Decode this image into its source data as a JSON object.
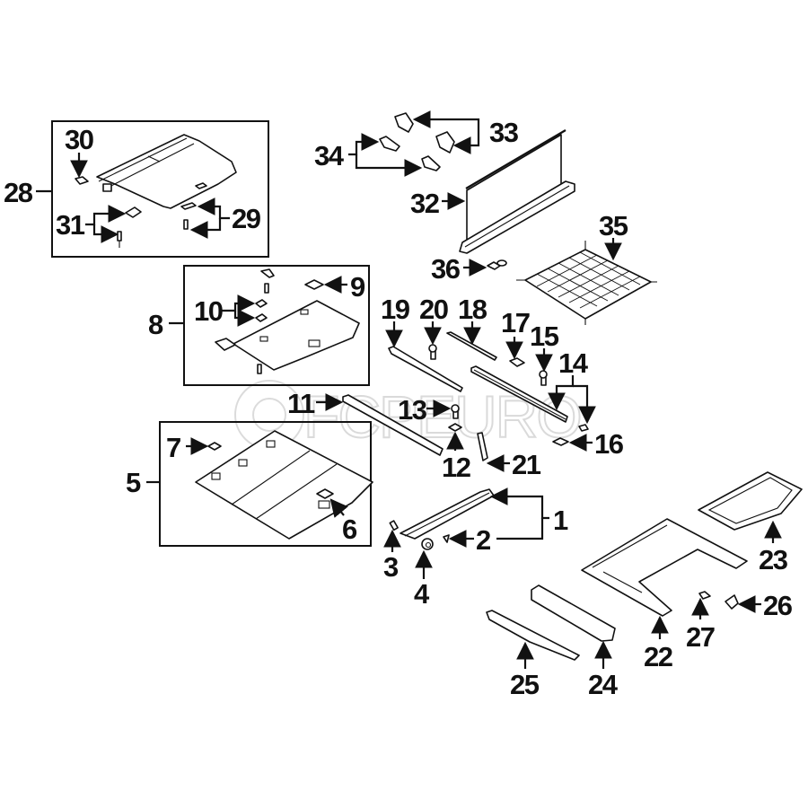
{
  "diagram": {
    "title": "Rear cargo area trim parts diagram",
    "watermark": "FCPEURO",
    "callouts": [
      {
        "id": "1",
        "part": "scuff plate / sill trim"
      },
      {
        "id": "2",
        "part": "clip"
      },
      {
        "id": "3",
        "part": "bolt"
      },
      {
        "id": "4",
        "part": "nut"
      },
      {
        "id": "5",
        "part": "cargo floor panel assembly"
      },
      {
        "id": "6",
        "part": "cover"
      },
      {
        "id": "7",
        "part": "clip"
      },
      {
        "id": "8",
        "part": "floor board assembly"
      },
      {
        "id": "9",
        "part": "cover"
      },
      {
        "id": "10",
        "part": "clip"
      },
      {
        "id": "11",
        "part": "rail"
      },
      {
        "id": "12",
        "part": "nut"
      },
      {
        "id": "13",
        "part": "bolt"
      },
      {
        "id": "14",
        "part": "side rail"
      },
      {
        "id": "15",
        "part": "bolt"
      },
      {
        "id": "16",
        "part": "nut"
      },
      {
        "id": "17",
        "part": "cap"
      },
      {
        "id": "18",
        "part": "strip"
      },
      {
        "id": "19",
        "part": "rail"
      },
      {
        "id": "20",
        "part": "bolt"
      },
      {
        "id": "21",
        "part": "bracket"
      },
      {
        "id": "22",
        "part": "floor box"
      },
      {
        "id": "23",
        "part": "tray"
      },
      {
        "id": "24",
        "part": "support"
      },
      {
        "id": "25",
        "part": "support"
      },
      {
        "id": "26",
        "part": "bracket"
      },
      {
        "id": "27",
        "part": "clip"
      },
      {
        "id": "28",
        "part": "cargo cover assembly"
      },
      {
        "id": "29",
        "part": "screw / cover"
      },
      {
        "id": "30",
        "part": "clip"
      },
      {
        "id": "31",
        "part": "clip / pin"
      },
      {
        "id": "32",
        "part": "partition net assembly"
      },
      {
        "id": "33",
        "part": "bracket"
      },
      {
        "id": "34",
        "part": "bracket"
      },
      {
        "id": "35",
        "part": "cargo net"
      },
      {
        "id": "36",
        "part": "hook"
      }
    ]
  }
}
